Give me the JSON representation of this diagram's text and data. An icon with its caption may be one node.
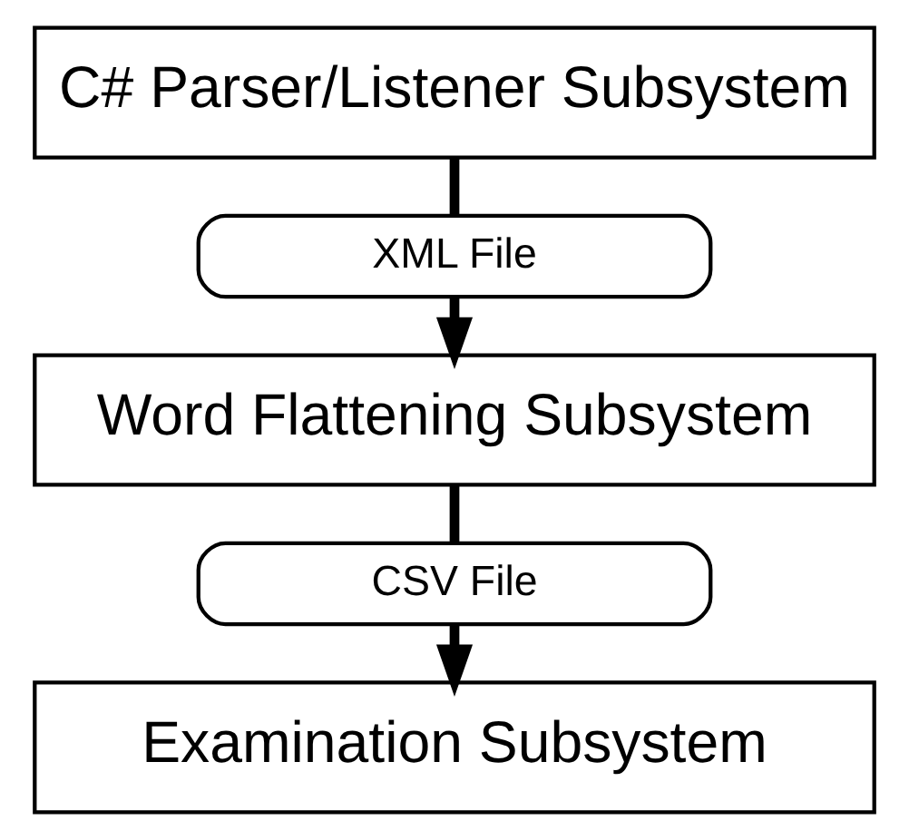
{
  "diagram": {
    "nodes": [
      {
        "text": [
          "C# Parser/Listener Subsystem"
        ]
      },
      {
        "text": [
          "XML File"
        ]
      },
      {
        "text": [
          "Word Flattening Subsystem"
        ]
      },
      {
        "text": [
          "CSV File"
        ]
      },
      {
        "text": [
          "Examination Subsystem"
        ]
      }
    ],
    "edges": [
      {
        "from": 0,
        "to": 1,
        "arrow": "none"
      },
      {
        "from": 1,
        "to": 2,
        "arrow": "to"
      },
      {
        "from": 2,
        "to": 3,
        "arrow": "none"
      },
      {
        "from": 3,
        "to": 4,
        "arrow": "to"
      }
    ]
  }
}
